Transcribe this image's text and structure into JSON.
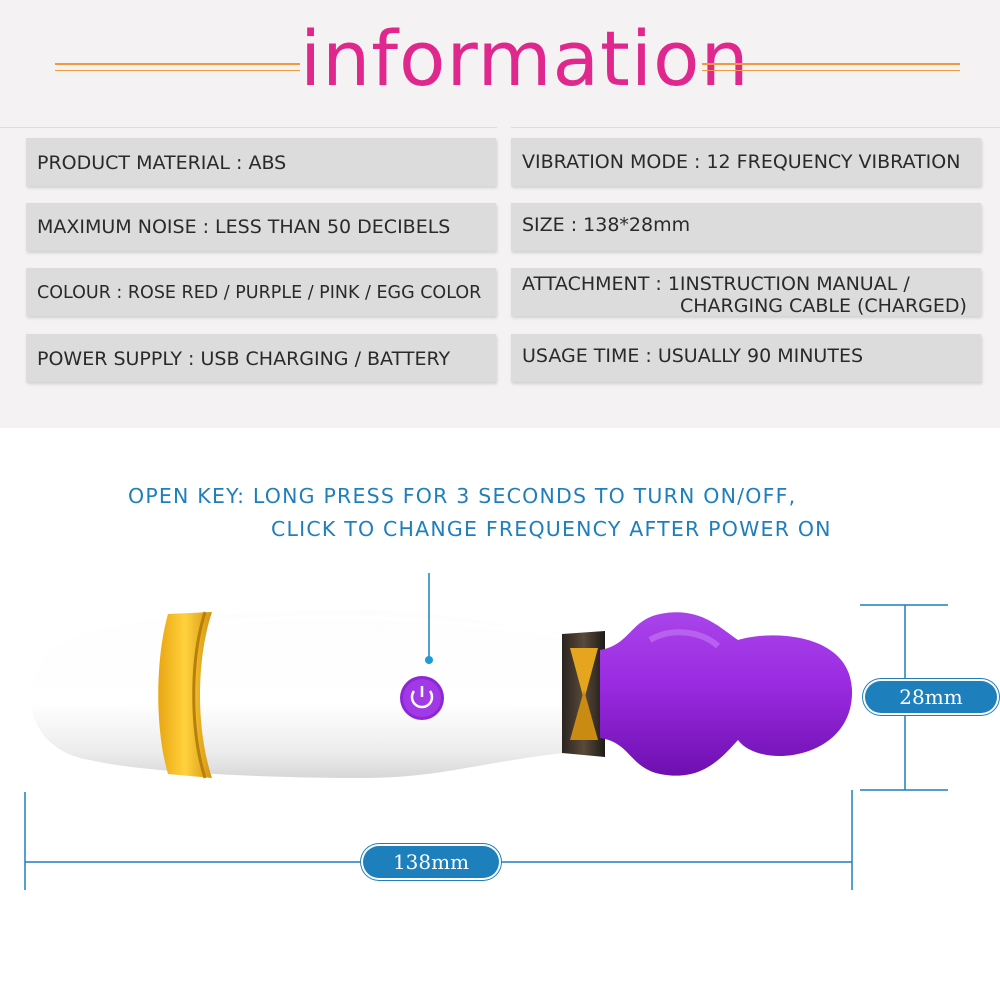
{
  "header": {
    "title": "information"
  },
  "specs": {
    "left": [
      "PRODUCT MATERIAL : ABS",
      "MAXIMUM NOISE : LESS THAN 50 DECIBELS",
      "COLOUR : ROSE RED / PURPLE / PINK / EGG COLOR",
      "POWER SUPPLY : USB CHARGING / BATTERY"
    ],
    "right": {
      "vibration_mode": "VIBRATION MODE : 12 FREQUENCY VIBRATION",
      "size": "SIZE : 138*28mm",
      "attachment_line1": "ATTACHMENT : 1INSTRUCTION MANUAL /",
      "attachment_line2": "CHARGING CABLE (CHARGED)",
      "usage_time": "USAGE TIME : USUALLY 90 MINUTES"
    }
  },
  "open_key": {
    "line1": "OPEN KEY: LONG PRESS FOR 3 SECONDS TO TURN ON/OFF,",
    "line2": "CLICK TO CHANGE FREQUENCY AFTER POWER ON"
  },
  "dimensions": {
    "length_label": "138mm",
    "width_label": "28mm"
  },
  "colors": {
    "title": "#e0278e",
    "accent_line": "#f09a3e",
    "dimension_blue": "#1e7fbd",
    "product_purple": "#9b2bd8",
    "band_gold": "#f4b51e"
  },
  "icons": {
    "power": "power-icon"
  }
}
